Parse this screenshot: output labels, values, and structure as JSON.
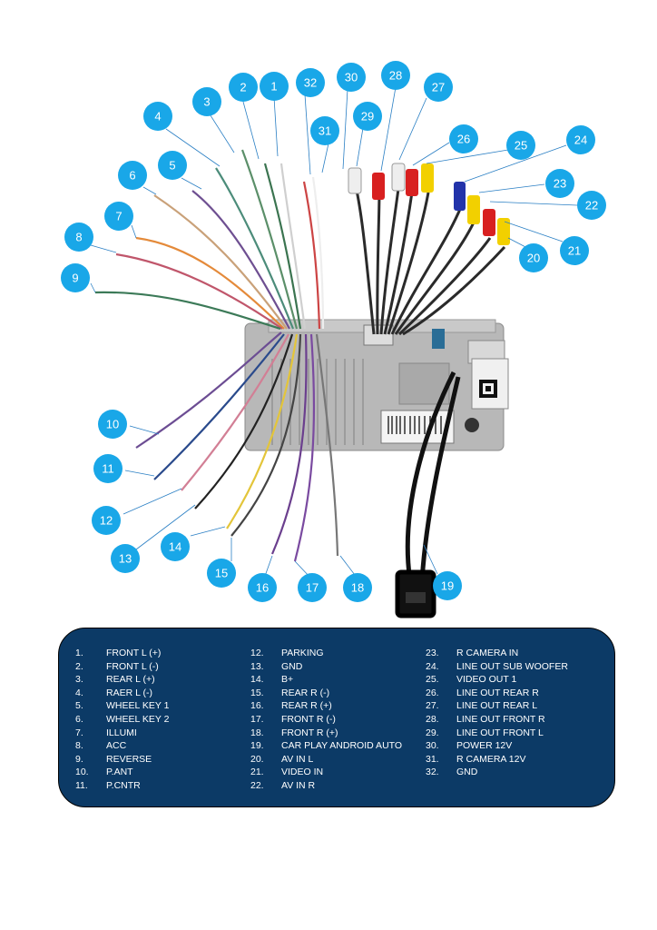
{
  "callouts": [
    {
      "num": "1"
    },
    {
      "num": "2"
    },
    {
      "num": "3"
    },
    {
      "num": "4"
    },
    {
      "num": "5"
    },
    {
      "num": "6"
    },
    {
      "num": "7"
    },
    {
      "num": "8"
    },
    {
      "num": "9"
    },
    {
      "num": "10"
    },
    {
      "num": "11"
    },
    {
      "num": "12"
    },
    {
      "num": "13"
    },
    {
      "num": "14"
    },
    {
      "num": "15"
    },
    {
      "num": "16"
    },
    {
      "num": "17"
    },
    {
      "num": "18"
    },
    {
      "num": "19"
    },
    {
      "num": "20"
    },
    {
      "num": "21"
    },
    {
      "num": "22"
    },
    {
      "num": "23"
    },
    {
      "num": "24"
    },
    {
      "num": "25"
    },
    {
      "num": "26"
    },
    {
      "num": "27"
    },
    {
      "num": "28"
    },
    {
      "num": "29"
    },
    {
      "num": "30"
    },
    {
      "num": "31"
    },
    {
      "num": "32"
    }
  ],
  "legend": {
    "col1": [
      {
        "num": "1.",
        "text": "FRONT L (+)"
      },
      {
        "num": "2.",
        "text": "FRONT L (-)"
      },
      {
        "num": "3.",
        "text": "REAR L (+)"
      },
      {
        "num": "4.",
        "text": "RAER L (-)"
      },
      {
        "num": "5.",
        "text": "WHEEL KEY 1"
      },
      {
        "num": "6.",
        "text": "WHEEL KEY 2"
      },
      {
        "num": "7.",
        "text": "ILLUMI"
      },
      {
        "num": "8.",
        "text": "ACC"
      },
      {
        "num": "9.",
        "text": "REVERSE"
      },
      {
        "num": "10.",
        "text": "P.ANT"
      },
      {
        "num": "11.",
        "text": "P.CNTR"
      }
    ],
    "col2": [
      {
        "num": "12.",
        "text": "PARKING"
      },
      {
        "num": "13.",
        "text": "GND"
      },
      {
        "num": "14.",
        "text": "B+"
      },
      {
        "num": "15.",
        "text": "REAR R (-)"
      },
      {
        "num": "16.",
        "text": "REAR R (+)"
      },
      {
        "num": "17.",
        "text": "FRONT R (-)"
      },
      {
        "num": "18.",
        "text": "FRONT R (+)"
      },
      {
        "num": "19.",
        "text": "CAR PLAY ANDROID AUTO"
      },
      {
        "num": "20.",
        "text": "AV IN L"
      },
      {
        "num": "21.",
        "text": "VIDEO IN"
      },
      {
        "num": "22.",
        "text": "AV IN R"
      }
    ],
    "col3": [
      {
        "num": "23.",
        "text": "R CAMERA IN"
      },
      {
        "num": "24.",
        "text": "LINE OUT SUB WOOFER"
      },
      {
        "num": "25.",
        "text": "VIDEO OUT 1"
      },
      {
        "num": "26.",
        "text": "LINE OUT REAR R"
      },
      {
        "num": "27.",
        "text": "LINE OUT REAR L"
      },
      {
        "num": "28.",
        "text": "LINE OUT FRONT R"
      },
      {
        "num": "29.",
        "text": "LINE OUT FRONT L"
      },
      {
        "num": "30.",
        "text": "POWER 12V"
      },
      {
        "num": "31.",
        "text": "R CAMERA 12V"
      },
      {
        "num": "32.",
        "text": "GND"
      }
    ]
  },
  "colors": {
    "callout": "#19a7e8",
    "panel": "#0c3a66"
  }
}
